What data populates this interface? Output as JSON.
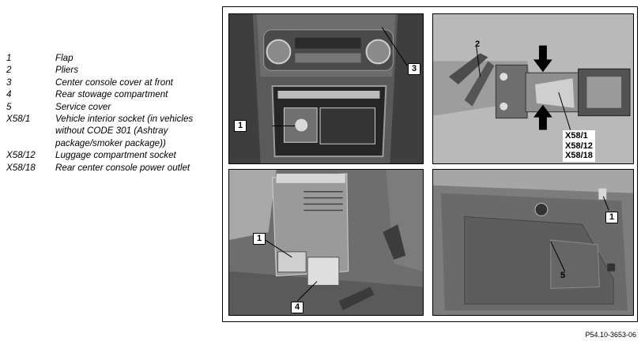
{
  "legend": [
    {
      "num": "1",
      "text": "Flap"
    },
    {
      "num": "2",
      "text": "Pliers"
    },
    {
      "num": "3",
      "text": "Center console cover at front"
    },
    {
      "num": "4",
      "text": "Rear stowage compartment"
    },
    {
      "num": "5",
      "text": "Service cover"
    },
    {
      "num": "X58/1",
      "text": "Vehicle interior socket (in vehicles without CODE 301 (Ashtray package/smoker package))"
    },
    {
      "num": "X58/12",
      "text": "Luggage compartment socket"
    },
    {
      "num": "X58/18",
      "text": "Rear center console power outlet"
    }
  ],
  "photos": {
    "top_left": {
      "callouts": [
        "1",
        "3"
      ]
    },
    "top_right": {
      "callouts": [
        "2"
      ],
      "multi_callout": [
        "X58/1",
        "X58/12",
        "X58/18"
      ]
    },
    "bottom_left": {
      "callouts": [
        "1",
        "4"
      ]
    },
    "bottom_right": {
      "callouts": [
        "1",
        "5"
      ]
    }
  },
  "figure_ref": "P54.10-3653-06"
}
